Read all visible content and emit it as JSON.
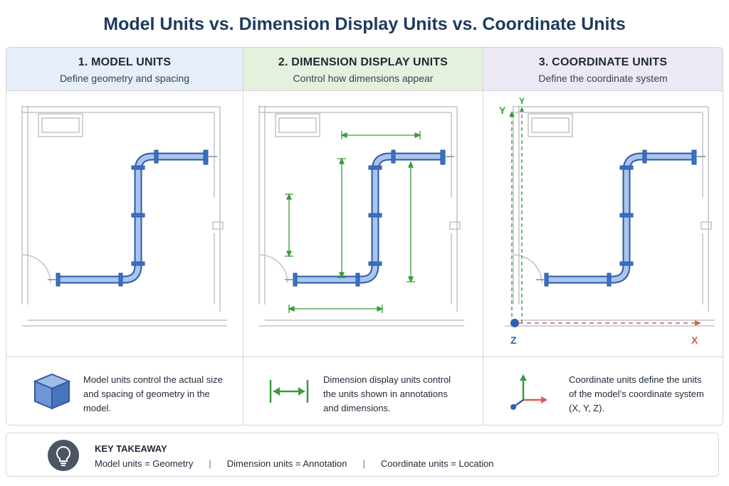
{
  "title": "Model Units vs. Dimension Display Units vs. Coordinate Units",
  "panels": [
    {
      "heading": "1. MODEL UNITS",
      "subheading": "Define geometry and spacing",
      "description": "Model units control the actual size and spacing of geometry in the model.",
      "icon": "cube-icon"
    },
    {
      "heading": "2. DIMENSION DISPLAY UNITS",
      "subheading": "Control how dimensions appear",
      "description": "Dimension display units control the units shown in annotations and dimensions.",
      "icon": "dimension-arrow-icon"
    },
    {
      "heading": "3. COORDINATE UNITS",
      "subheading": "Define the coordinate system",
      "description": "Coordinate units define the units of the model’s coordinate system (X, Y, Z).",
      "icon": "axes-icon",
      "axis_labels": {
        "x": "X",
        "y": "Y",
        "y2": "Y",
        "z": "Z"
      }
    }
  ],
  "takeaway": {
    "title": "KEY TAKEAWAY",
    "items": [
      "Model units = Geometry",
      "Dimension units = Annotation",
      "Coordinate units = Location"
    ],
    "separator": "|",
    "icon": "lightbulb-icon"
  },
  "colors": {
    "title": "#1e3a5f",
    "pipe": "#3b6fc4",
    "dimension": "#3a9a3a",
    "x_axis": "#e05a4f",
    "y_axis": "#3a9a3a",
    "z_axis": "#2f5fb3"
  }
}
